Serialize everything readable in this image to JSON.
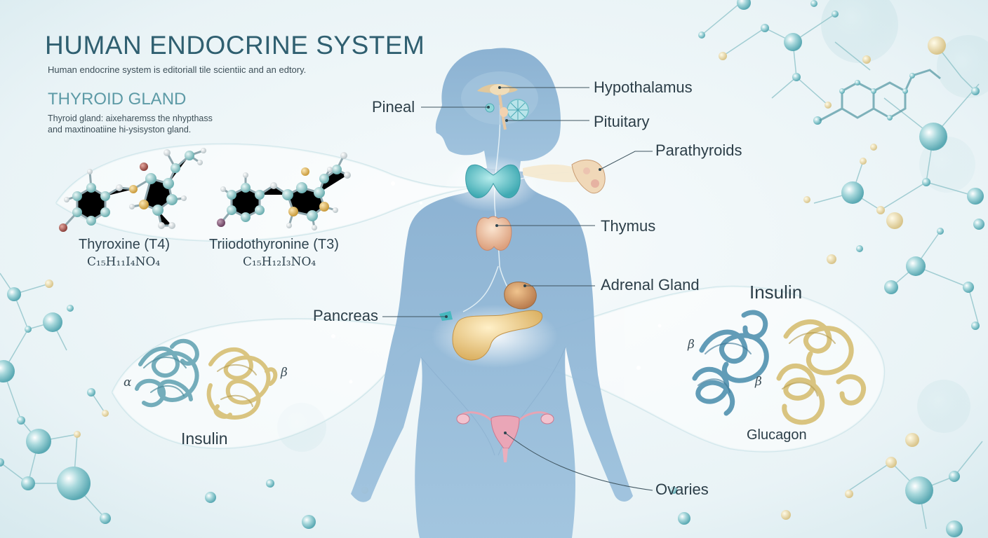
{
  "header": {
    "title": "HUMAN ENDOCRINE SYSTEM",
    "subtitle": "Human endocrine system is editoriall tile scientiic and an edtory."
  },
  "thyroid_section": {
    "title": "THYROID GLAND",
    "desc_line1": "Thyroid gland: aixeharemss the nhypthass",
    "desc_line2": "and maxtinoatiine hi-ysisyston gland."
  },
  "molecules": [
    {
      "name": "Thyroxine (T4)",
      "formula": "C₁₅H₁₁I₄NO₄"
    },
    {
      "name": "Triiodothyronine (T3)",
      "formula": "C₁₅H₁₂I₃NO₄"
    }
  ],
  "organ_labels": {
    "hypothalamus": "Hypothalamus",
    "pineal": "Pineal",
    "pituitary": "Pituitary",
    "parathyroids": "Parathyroids",
    "thymus": "Thymus",
    "adrenal": "Adrenal Gland",
    "pancreas": "Pancreas",
    "ovaries": "Ovaries"
  },
  "proteins": {
    "left": {
      "name": "Insulin",
      "alpha": "α",
      "beta": "β"
    },
    "right": {
      "title": "Insulin",
      "name": "Glucagon",
      "beta1": "β",
      "beta2": "β"
    }
  },
  "colors": {
    "title": "#2f5f70",
    "section_title": "#5d9aa6",
    "body_silhouette": "#8fb6d4",
    "thyroid": "#5fc2c6",
    "pancreas": "#e8c680",
    "insulin_ribbon_teal": "#6ea9b8",
    "insulin_ribbon_gold": "#d8c27a"
  }
}
